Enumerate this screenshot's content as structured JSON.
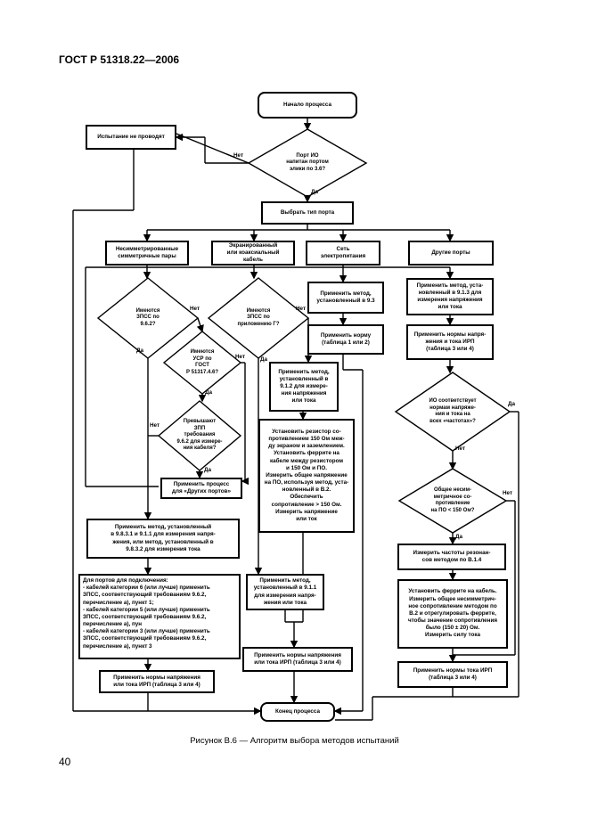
{
  "header": "ГОСТ Р 51318.22—2006",
  "page_number": "40",
  "caption": "Рисунок В.6 — Алгоритм выбора методов испытаний",
  "labels": {
    "yes": "Да",
    "no": "Нет"
  },
  "nodes": {
    "start": "Начало процесса",
    "not_performed": "Испытание не проводят",
    "d_port": "Порт ИО\nнапитан портом\nэлики по 3.6?",
    "select_port": "Выбрать тип порта",
    "type_unbal": "Несимметрированные\nсимметричные пары",
    "type_shielded": "Экранированный\nили коаксиальный\nкабель",
    "type_power": "Сеть\nэлектропитания",
    "type_other": "Другие порты",
    "d_zpss1": "Имеются\nЗПСС по\n9.6.2?",
    "d_zpss2": "Имеются\nЗПСС по\nприложению Г?",
    "d_usr": "Имеются\nУСР по\nГОСТ\nР 51317.4.6?",
    "d_zpp": "Превышают\nЗПП\nтребования\n9.6.2 для измере-\nния кабеля?",
    "apply_other": "Применить процесс\nдля «Других портов»",
    "apply_method_left": "Применить метод, установленный\nв 9.8.3.1 и 9.1.1 для измерения напря-\nжения, или метод, установленный в\n9.8.3.2 для измерения тока",
    "ports_list": "Для портов для подключения:\n- кабелей категории 6 (или лучше) применить\n  ЗПСС, соответствующий требованиям 9.6.2,\n  перечисление а), пункт 1;\n- кабелей категории 5 (или лучше) применить\n  ЗПСС, соответствующий требованиям 9.6.2,\n  перечисление а), пун\n- кабелей категории 3 (или лучше) применить\n  ЗПСС, соответствующий требованиям 9.6.2,\n  перечисление а), пункт 3",
    "norms_left": "Применить нормы напряжения\nили тока ИРП (таблица 3 или 4)",
    "apply_912": "Применить метод,\nустановленный в\n9.1.2 для измере-\nния напряжения\nили тока",
    "resistors": "Установить резистор со-\nпротивлением 150 Ом меж-\nду экраном и заземлением.\nУстановить феррите на\nкабеле между резистором\nи 150 Ом и ПО.\nИзмерить общее напряжение\nна ПО, используя метод, уста-\nновленный в В.2.\nОбеспечить\nсопротивление > 150 Ом.\nИзмерить напряжение\nили ток",
    "apply_911": "Применить метод,\nустановленный в 9.1.1\nдля измерения напря-\nжения или тока",
    "norms_mid": "Применить нормы напряжения\nили тока ИРП (таблица 3 или 4)",
    "apply_93": "Применить метод,\nустановленный в 9.3",
    "norm_power": "Применить норму\n(таблица 1 или 2)",
    "apply_913": "Применить метод, уста-\nновленный в 9.1.3 для\nизмерения напряжения\nили тока",
    "norms_right1": "Применить нормы напря-\nжения и тока ИРП\n(таблица 3 или 4)",
    "d_io_comply": "ИО соответствует\nнормам напряже-\nния и тока на\nвсех «частотах»?",
    "d_impedance": "Общее несим-\nметричное со-\nпротивление\nна ПО < 150 Ом?",
    "measure_freq": "Измерить частоты резонан-\nсов методом по В.1.4",
    "ferrite": "Установить феррите на кабель.\nИзмерить общее несимметрич-\nное сопротивление методом по\nВ.2 и отрегулировать феррите,\nчтобы значение сопротивления\nбыло (150 ± 20) Ом.\nИзмерить силу тока",
    "norms_right2": "Применить нормы тока ИРП\n(таблица 3 или 4)",
    "end": "Конец процесса"
  }
}
